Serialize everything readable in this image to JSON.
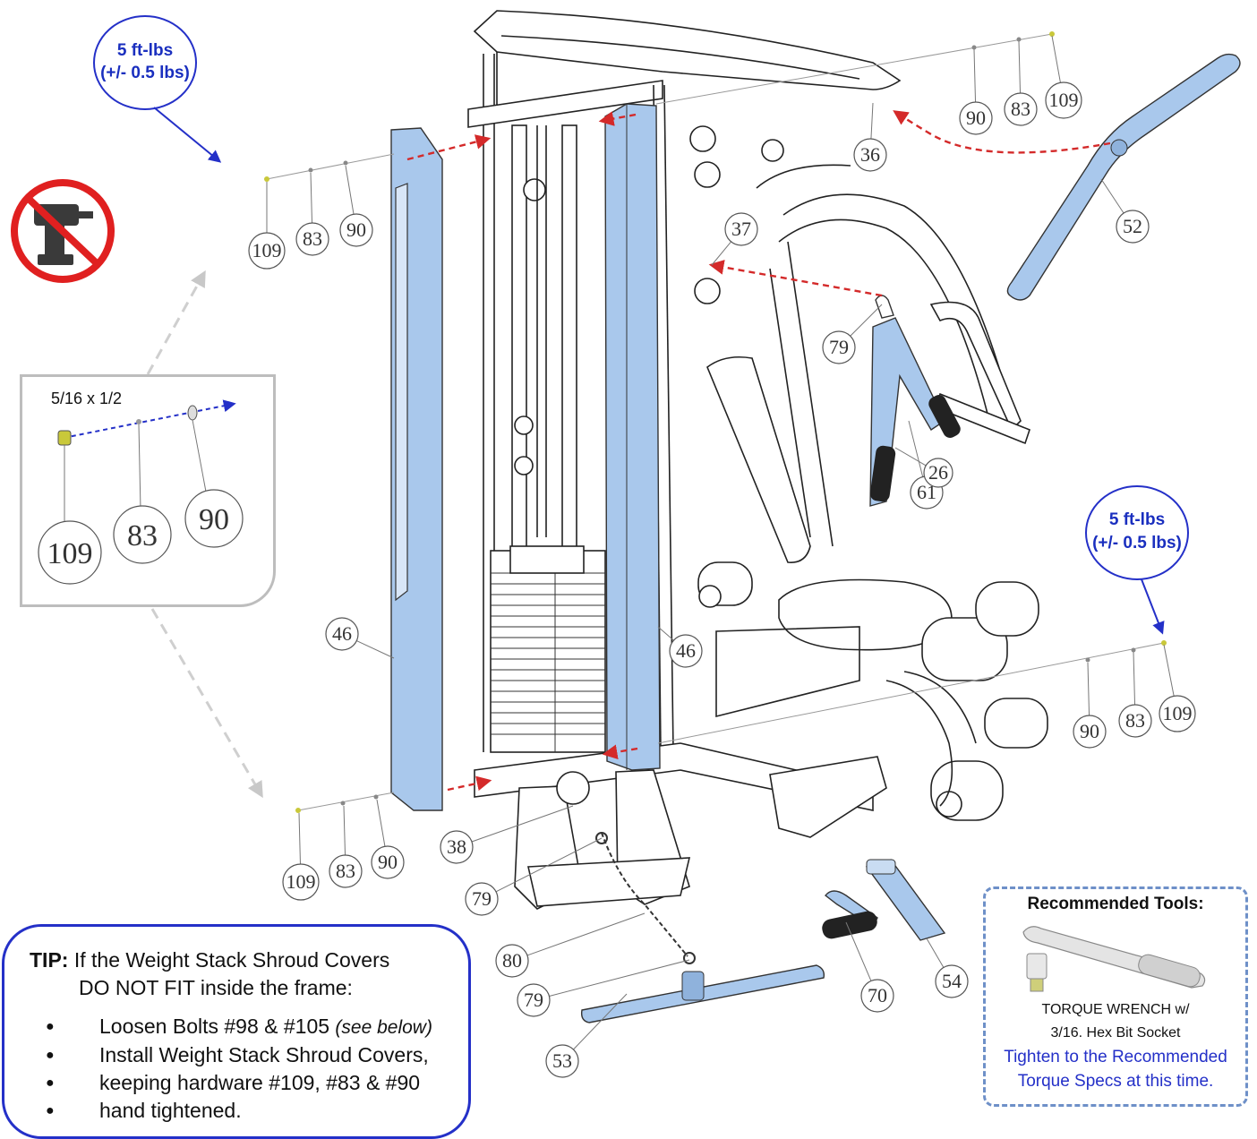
{
  "torque_callouts": [
    {
      "line1": "5 ft-lbs",
      "line2": "(+/- 0.5 lbs)"
    },
    {
      "line1": "5 ft-lbs",
      "line2": "(+/- 0.5 lbs)"
    }
  ],
  "hardware_inset": {
    "size_label": "5/16 x 1/2",
    "parts": [
      "109",
      "83",
      "90"
    ]
  },
  "part_callouts": [
    "90",
    "83",
    "109",
    "36",
    "52",
    "109",
    "83",
    "90",
    "37",
    "79",
    "61",
    "26",
    "46",
    "46",
    "90",
    "83",
    "109",
    "38",
    "109",
    "83",
    "90",
    "79",
    "80",
    "79",
    "53",
    "70",
    "54"
  ],
  "tip": {
    "label": "TIP:",
    "line1": "If the Weight Stack Shroud Covers",
    "line2": "DO NOT FIT inside the frame:",
    "bullets": [
      {
        "text": "Loosen Bolts #98 & #105 ",
        "note": "(see below)"
      },
      {
        "text": "Install Weight Stack Shroud Covers,",
        "note": ""
      },
      {
        "text": "keeping hardware #109, #83 & #90",
        "note": ""
      },
      {
        "text": "hand tightened.",
        "note": ""
      }
    ]
  },
  "tools": {
    "title": "Recommended Tools:",
    "item_line1": "TORQUE WRENCH w/",
    "item_line2": "3/16. Hex Bit Socket",
    "note_line1": "Tighten to the Recommended",
    "note_line2": "Torque Specs at this time."
  },
  "colors": {
    "torque_blue": "#1a2fbf",
    "part_blue": "#a9c8ec",
    "arrow_red": "#d42a2a",
    "no_drill_red": "#e02020"
  },
  "icons": [
    "no-power-drill-icon",
    "torque-wrench-icon"
  ]
}
